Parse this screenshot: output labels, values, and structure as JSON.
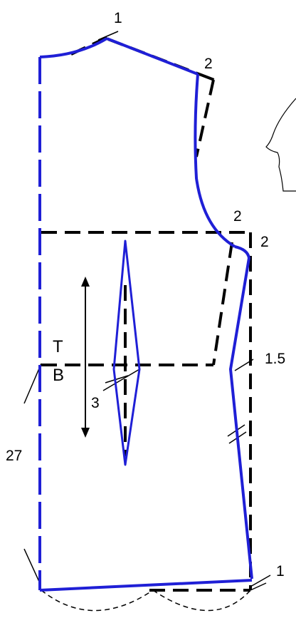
{
  "colors": {
    "pattern_line": "#1f1fd6",
    "construction_line": "#000000",
    "sketch_line": "#000000",
    "background": "#ffffff"
  },
  "labels": {
    "shoulder_neck_point": "1",
    "shoulder_tip": "2",
    "armhole_side": "2",
    "armhole_side_right": "2",
    "waist_side_shift": "1.5",
    "hem_side_shift": "1",
    "waist_mark_top": "T",
    "waist_mark_bottom": "B",
    "dart_width": "3",
    "side_length": "27"
  }
}
